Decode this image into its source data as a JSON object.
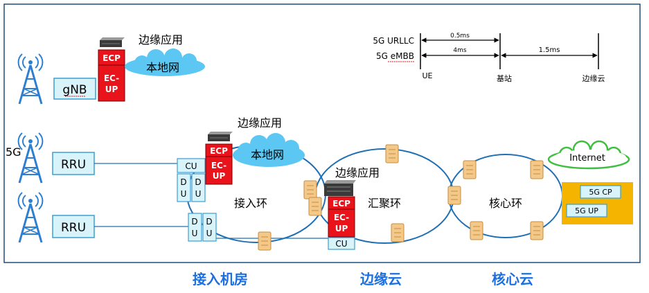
{
  "top_left": {
    "edge_app": "边缘应用",
    "ecp": "ECP",
    "ec_up_line1": "EC-",
    "ec_up_line2": "UP",
    "local_net": "本地网",
    "gnb": "gNB"
  },
  "latency": {
    "urllc_label": "5G URLLC",
    "embb_label": "5G eMBB",
    "urllc_value": "0.5ms",
    "embb_value": "4ms",
    "core_value": "1.5ms",
    "ue": "UE",
    "base_station": "基站",
    "edge_cloud": "边缘云"
  },
  "access": {
    "five_g": "5G",
    "rru_1": "RRU",
    "rru_2": "RRU",
    "cu": "CU",
    "du_d": "D",
    "du_u": "U",
    "edge_app": "边缘应用",
    "ecp": "ECP",
    "ec_up_line1": "EC-",
    "ec_up_line2": "UP",
    "local_net": "本地网",
    "ring": "接入环"
  },
  "aggregation": {
    "edge_app": "边缘应用",
    "ecp": "ECP",
    "ec_up_line1": "EC-",
    "ec_up_line2": "UP",
    "cu": "CU",
    "ring": "汇聚环"
  },
  "core": {
    "ring": "核心环",
    "internet": "Internet",
    "cp": "5G CP",
    "up": "5G UP"
  },
  "bottom_labels": {
    "access_room": "接入机房",
    "edge_cloud": "边缘云",
    "core_cloud": "核心云"
  },
  "colors": {
    "frame": "#1f4e79",
    "link": "#1f6fb5",
    "tower": "#2f7fd0",
    "box_fill": "#d9f3fb",
    "box_stroke": "#3a9fd2",
    "red": "#e8131b",
    "cloud": "#5bc7f2",
    "internet_border": "#3fbf3f",
    "core_box": "#f4b400",
    "router": "#f3c98b",
    "bottom_text": "#1b6fe0"
  }
}
